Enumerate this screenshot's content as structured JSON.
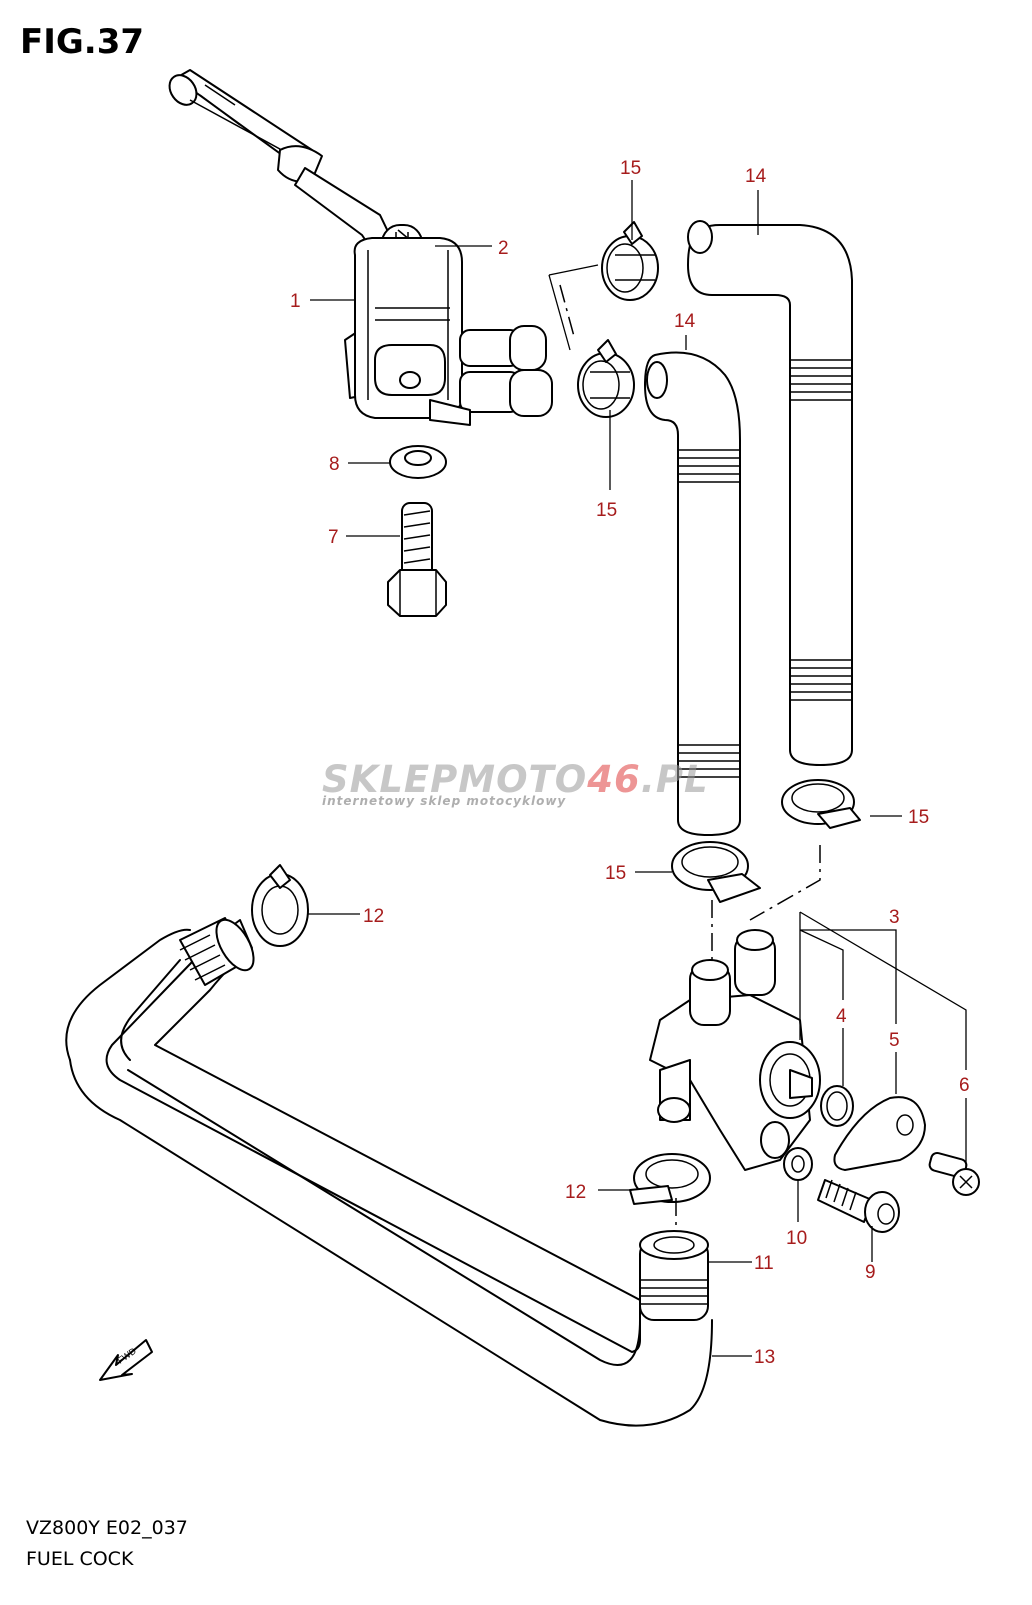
{
  "figure": {
    "title": "FIG.37"
  },
  "footer": {
    "model_code": "VZ800Y E02_037",
    "name": "FUEL COCK"
  },
  "watermark": {
    "main_part1": "SKLEPMOTO",
    "main_part2": "46",
    "main_part3": ".PL",
    "sub": "internetowy sklep motocyklowy",
    "color_grey": "#9a9a9a",
    "color_red": "#e04040"
  },
  "fwd_label": "FWD",
  "callout_color": "#a61c1c",
  "callouts": [
    {
      "id": "c1",
      "label": "1"
    },
    {
      "id": "c2",
      "label": "2"
    },
    {
      "id": "c3",
      "label": "3"
    },
    {
      "id": "c4",
      "label": "4"
    },
    {
      "id": "c5",
      "label": "5"
    },
    {
      "id": "c6",
      "label": "6"
    },
    {
      "id": "c7",
      "label": "7"
    },
    {
      "id": "c8",
      "label": "8"
    },
    {
      "id": "c9",
      "label": "9"
    },
    {
      "id": "c10",
      "label": "10"
    },
    {
      "id": "c11",
      "label": "11"
    },
    {
      "id": "c12a",
      "label": "12"
    },
    {
      "id": "c12b",
      "label": "12"
    },
    {
      "id": "c13",
      "label": "13"
    },
    {
      "id": "c14a",
      "label": "14"
    },
    {
      "id": "c14b",
      "label": "14"
    },
    {
      "id": "c15a",
      "label": "15"
    },
    {
      "id": "c15b",
      "label": "15"
    },
    {
      "id": "c15c",
      "label": "15"
    },
    {
      "id": "c15d",
      "label": "15"
    }
  ]
}
